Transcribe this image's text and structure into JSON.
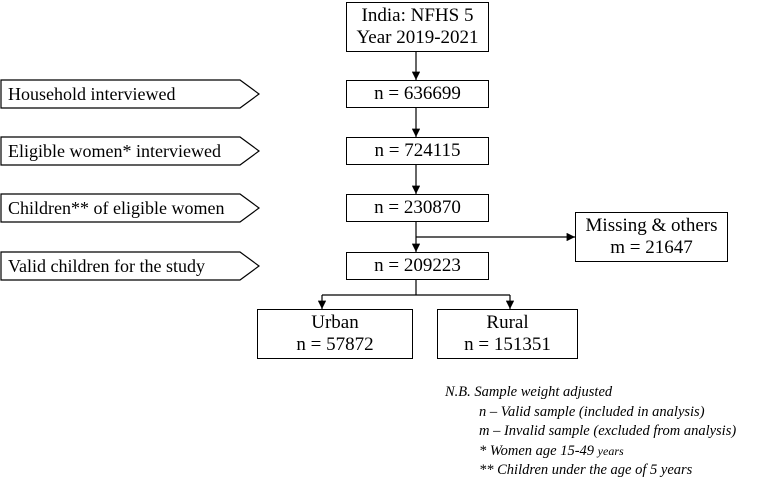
{
  "top_box": {
    "line1": "India: NFHS 5",
    "line2": "Year 2019-2021"
  },
  "stages": [
    {
      "label": "Household interviewed",
      "count": "n = 636699"
    },
    {
      "label": "Eligible women* interviewed",
      "count": "n = 724115"
    },
    {
      "label": "Children** of eligible women",
      "count": "n = 230870"
    },
    {
      "label": "Valid children for the study",
      "count": "n = 209223"
    }
  ],
  "excluded": {
    "line1": "Missing & others",
    "line2": "m = 21647"
  },
  "urban": {
    "line1": "Urban",
    "line2": "n = 57872"
  },
  "rural": {
    "line1": "Rural",
    "line2": "n = 151351"
  },
  "notes": {
    "title": "N.B. Sample weight adjusted",
    "n_def": "n – Valid sample (included in analysis)",
    "m_def": "m – Invalid sample (excluded from analysis)",
    "women_prefix": "* Women age 15-49 ",
    "women_unit": "years",
    "children": "** Children under the age of 5 years"
  }
}
